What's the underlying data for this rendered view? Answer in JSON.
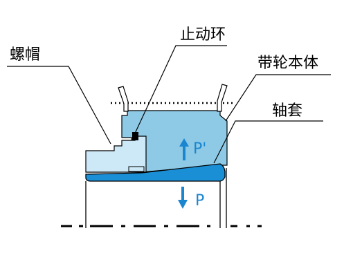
{
  "labels": {
    "nut": "螺帽",
    "stopper": "止动环",
    "pulley_body": "带轮本体",
    "sleeve": "轴套",
    "force_up": "P'",
    "force_down": "P"
  },
  "colors": {
    "body_fill": "#8ecae6",
    "nut_fill": "#cde8f6",
    "sleeve_fill": "#1b8fd6",
    "arrow_color": "#1a86d0",
    "line_color": "#000000"
  }
}
